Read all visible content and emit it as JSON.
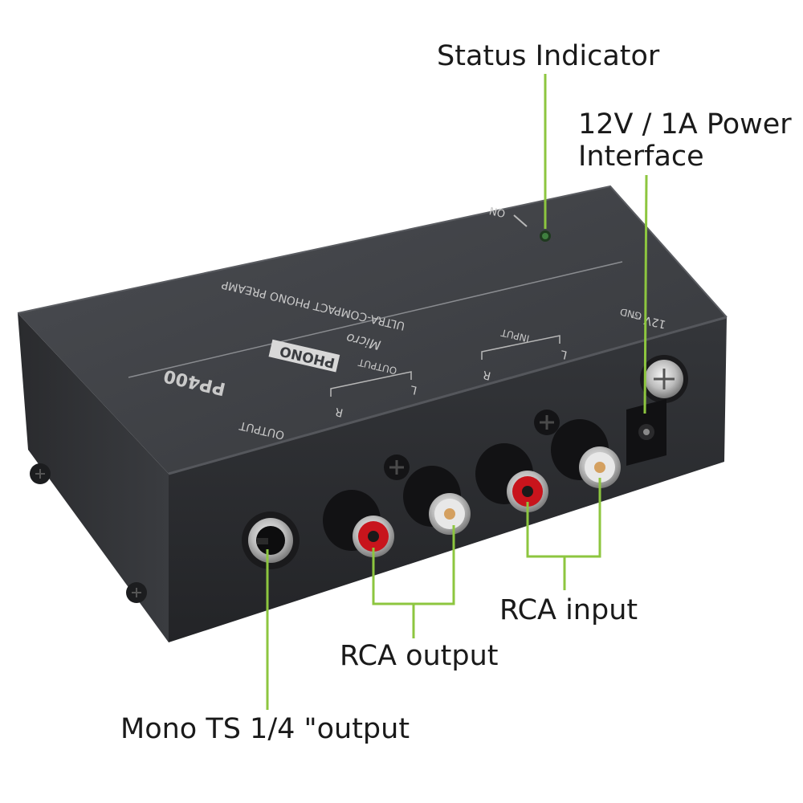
{
  "callouts": {
    "status_indicator": "Status Indicator",
    "power_line1": "12V / 1A Power",
    "power_line2": "Interface",
    "rca_input": "RCA input",
    "rca_output": "RCA output",
    "mono_output": "Mono TS 1/4 \"output"
  },
  "device_labels": {
    "on": "ON",
    "model": "PP400",
    "phono_badge": "PHONO",
    "brand_script": "Micro",
    "subtitle": "ULTRA-COMPACT PHONO PREAMP",
    "input_section": "INPUT",
    "output_section": "OUTPUT",
    "output_left_side": "OUTPUT",
    "channel_r_output": "R",
    "channel_l_output": "L",
    "channel_r_input": "R",
    "channel_l_input": "L",
    "power_rating": "12V ⎓",
    "ground": "GND"
  },
  "colors": {
    "callout_line": "#8dc63f",
    "body_top": "#3d3f43",
    "body_front": "#2e3034",
    "rca_red": "#c8141c",
    "rca_white": "#e8e8e8",
    "led": "#2a5a2a"
  }
}
